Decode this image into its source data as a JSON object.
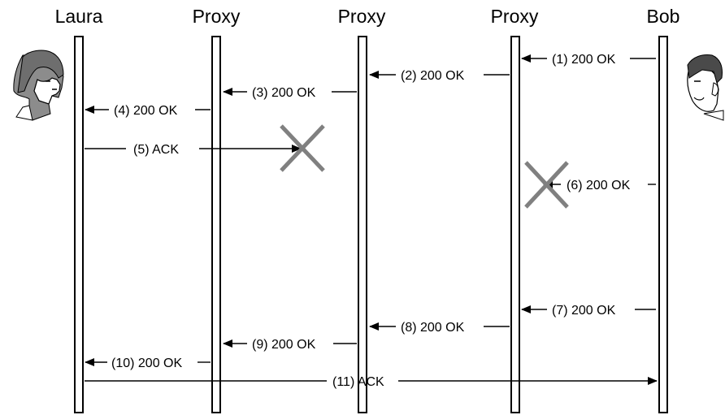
{
  "participants": [
    "Laura",
    "Proxy",
    "Proxy",
    "Proxy",
    "Bob"
  ],
  "messages": [
    {
      "id": 1,
      "label": "(1) 200 OK",
      "from": 4,
      "to": 3,
      "lost": false
    },
    {
      "id": 2,
      "label": "(2) 200 OK",
      "from": 3,
      "to": 2,
      "lost": false
    },
    {
      "id": 3,
      "label": "(3) 200 OK",
      "from": 2,
      "to": 1,
      "lost": false
    },
    {
      "id": 4,
      "label": "(4) 200 OK",
      "from": 1,
      "to": 0,
      "lost": false
    },
    {
      "id": 5,
      "label": "(5) ACK",
      "from": 0,
      "to": 2,
      "lost": true
    },
    {
      "id": 6,
      "label": "(6) 200 OK",
      "from": 4,
      "to": 3,
      "lost": true
    },
    {
      "id": 7,
      "label": "(7) 200 OK",
      "from": 4,
      "to": 3,
      "lost": false
    },
    {
      "id": 8,
      "label": "(8) 200 OK",
      "from": 3,
      "to": 2,
      "lost": false
    },
    {
      "id": 9,
      "label": "(9) 200 OK",
      "from": 2,
      "to": 1,
      "lost": false
    },
    {
      "id": 10,
      "label": "(10) 200 OK",
      "from": 1,
      "to": 0,
      "lost": false
    },
    {
      "id": 11,
      "label": "(11) ACK",
      "from": 0,
      "to": 4,
      "lost": false
    }
  ],
  "avatars": {
    "left": "woman-face-icon",
    "right": "man-face-icon"
  },
  "colors": {
    "line": "#000000",
    "lost_mark": "#808080"
  }
}
